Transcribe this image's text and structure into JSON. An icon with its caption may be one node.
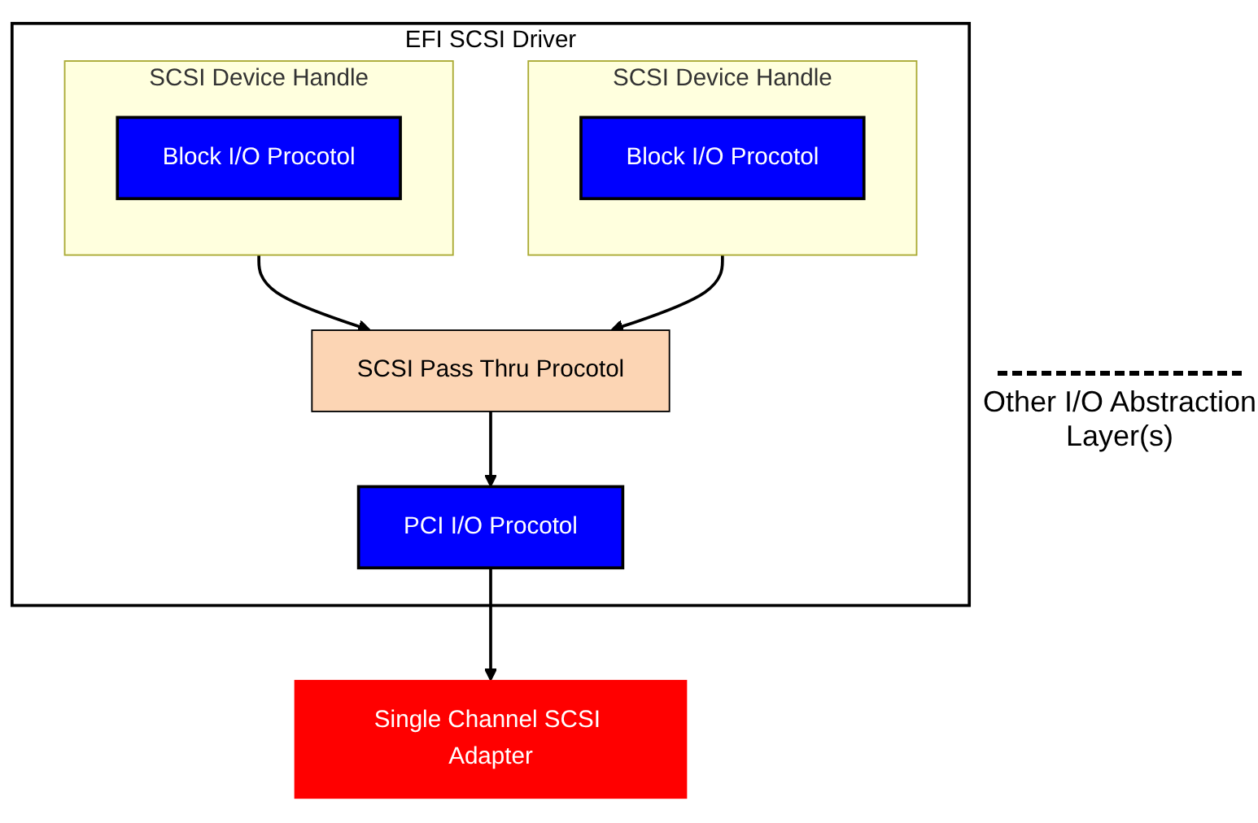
{
  "diagram": {
    "nodes": [
      {
        "text": [
          "EFI SCSI Driver"
        ]
      },
      {
        "text": [
          "SCSI Device Handle"
        ],
        "in": 0
      },
      {
        "text": [
          "Block I/O Procotol"
        ],
        "in": 1
      },
      {
        "text": [
          "SCSI Device Handle"
        ],
        "in": 0
      },
      {
        "text": [
          "Block I/O Procotol"
        ],
        "in": 3
      },
      {
        "text": [
          "SCSI Pass Thru Procotol"
        ],
        "in": 0
      },
      {
        "text": [
          "PCI I/O Procotol"
        ],
        "in": 0
      },
      {
        "text": [
          "Single Channel SCSI Adapter"
        ]
      }
    ],
    "edges": [
      {
        "from": 1,
        "to": 5,
        "arrow": "to"
      },
      {
        "from": 3,
        "to": 5,
        "arrow": "to"
      },
      {
        "from": 5,
        "to": 6,
        "arrow": "to"
      },
      {
        "from": 6,
        "to": 7,
        "arrow": "to"
      }
    ],
    "labels": [
      "Other I/O Abstraction Layer(s)"
    ]
  }
}
